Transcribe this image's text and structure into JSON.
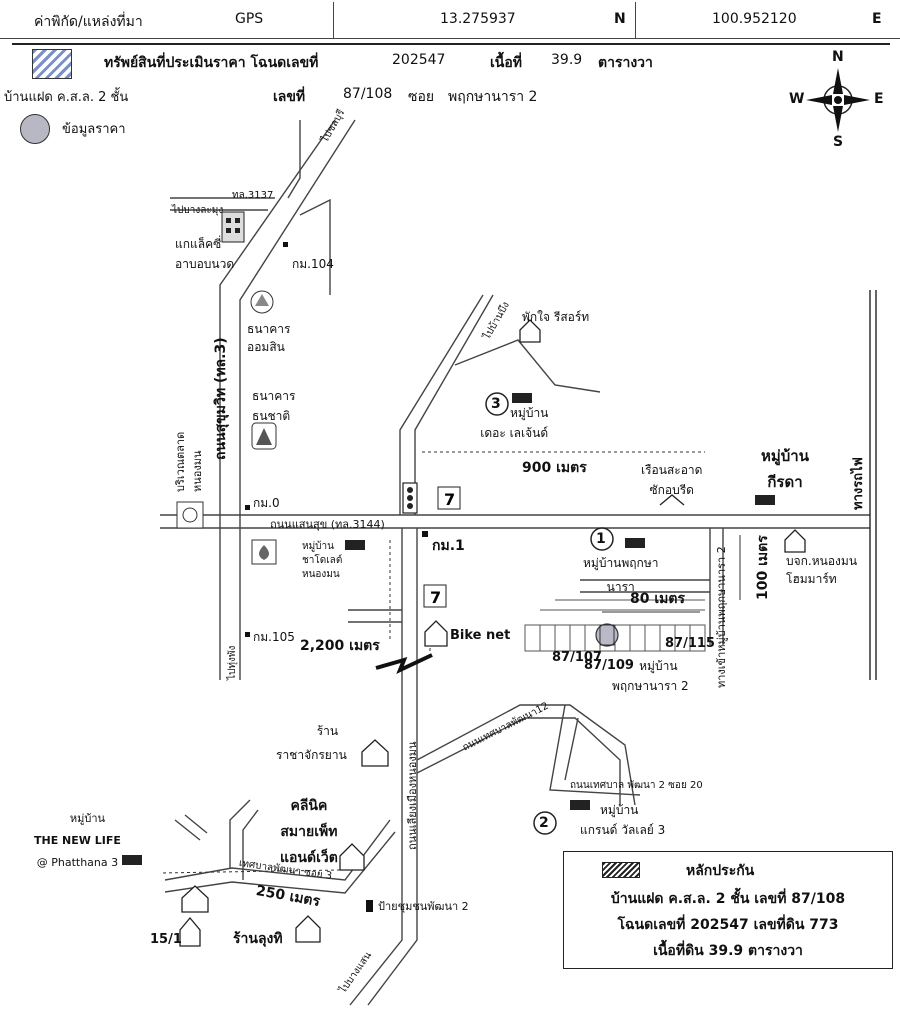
{
  "header": {
    "coord_label": "ค่าพิกัด/แหล่งที่มา",
    "source": "GPS",
    "lat": "13.275937",
    "lat_dir": "N",
    "lon": "100.952120",
    "lon_dir": "E"
  },
  "subject": {
    "title": "ทรัพย์สินที่ประเมินราคา โฉนดเลขที่",
    "deed_no": "202547",
    "area_label": "เนื้อที่",
    "area_value": "39.9",
    "area_unit": "ตารางวา",
    "type_label": "บ้านแฝด ค.ส.ล. 2 ชั้น",
    "no_label": "เลขที่",
    "no_value": "87/108",
    "soi_label": "ซอย",
    "soi_value": "พฤกษานารา 2",
    "price_info": "ข้อมูลราคา"
  },
  "compass": {
    "n": "N",
    "s": "S",
    "e": "E",
    "w": "W"
  },
  "roads": {
    "sukhumvit": "ถนนสุขุมวิท (ทล.3)",
    "to_chonburi": "ไปชลบุรี",
    "to_banglamung": "ไปบางละมุง",
    "road_3137": "ทล.3137",
    "to_banbueng": "ไปบ้านบึง",
    "saensuk": "ถนนแสนสุข (ทล.3144)",
    "to_tantaklaeng": "ไปทุ่งพัง",
    "railway": "ทางรถไฟ",
    "nong_mon_road": "ถนนเลียงเมืองหนองมน",
    "tesaban_12": "ถนนเทศบาลพัฒนา12",
    "tesaban_soi20": "ถนนเทศบาล พัฒนา 2 ซอย 20",
    "tesaban_soi3": "เทศบาลพัฒนา ซอย 3",
    "to_bangsaen": "ไปบางแสน",
    "pruksa_soi": "ทางเข้าหมู่บ้านพฤกษานารา 2"
  },
  "places": {
    "massage": [
      "แกแล็คซี่",
      "อาบอบนวด"
    ],
    "km104": "กม.104",
    "gsb": [
      "ธนาคาร",
      "ออมสิน"
    ],
    "thanachart": [
      "ธนาคาร",
      "ธนชาติ"
    ],
    "market": [
      "บริเวณตลาด",
      "หนองมน"
    ],
    "km0": "กม.0",
    "chalet": [
      "หมู่บ้าน",
      "ชาโดเลต์",
      "หนองมน"
    ],
    "km105": "กม.105",
    "km1": "กม.1",
    "bikenet": "Bike net",
    "distance_2200": "2,200 เมตร",
    "resort": "พักใจ รีสอร์ท",
    "legend_village": [
      "หมู่บ้าน",
      "เดอะ เลเจ้นด์"
    ],
    "distance_900": "900 เมตร",
    "clean_house": [
      "เรือนสะอาด",
      "ซักอบรีด"
    ],
    "krida": [
      "หมู่บ้าน",
      "กีรดา"
    ],
    "pruksa_village": [
      "หมู่บ้านพฤกษา",
      "นารา"
    ],
    "homemart": [
      "บจก.หนองมน",
      "โฮมมาร์ท"
    ],
    "distance_80": "80 เมตร",
    "distance_100": "100 เมตร",
    "lot_107": "87/107",
    "lot_109": "87/109",
    "lot_115": "87/115",
    "pruksa2": [
      "หมู่บ้าน",
      "พฤกษานารา 2"
    ],
    "raja_shop": [
      "ร้าน",
      "ราชาจักรยาน"
    ],
    "grand_valley": [
      "หมู่บ้าน",
      "แกรนด์ วัลเลย์ 3"
    ],
    "new_life": [
      "หมู่บ้าน",
      "THE NEW LIFE",
      "@ Phatthana 3"
    ],
    "clinic": [
      "คลีนิค",
      "สมายเพ็ท",
      "แอนด์เว็ต"
    ],
    "distance_250": "250 เมตร",
    "bus_stop": "ป้ายชุมชนพัฒนา 2",
    "house_151": "15/1",
    "lungti": "ร้านลุงทิ",
    "marker1": "1",
    "marker2": "2",
    "marker3": "3"
  },
  "legend": {
    "title": "หลักประกัน",
    "line1": "บ้านแฝด ค.ส.ล. 2 ชั้น เลขที่ 87/108",
    "line2": "โฉนดเลขที่ 202547 เลขที่ดิน 773",
    "line3": "เนื้อที่ดิน 39.9 ตารางวา"
  }
}
